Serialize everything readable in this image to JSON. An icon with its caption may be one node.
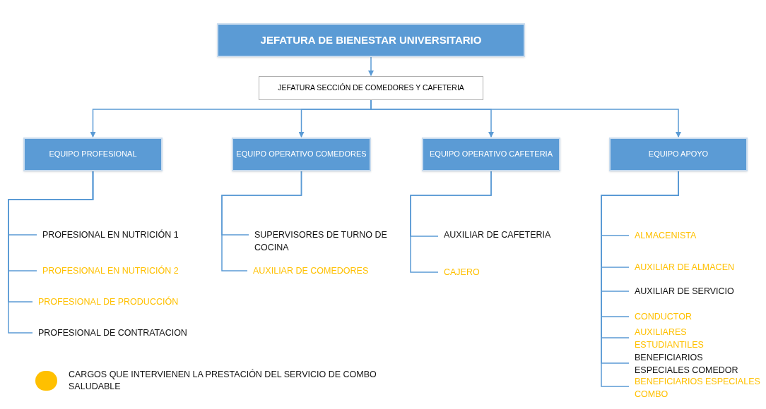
{
  "diagram": {
    "nodes": [
      {
        "text": [
          "JEFATURA DE BIENESTAR UNIVERSITARIO"
        ]
      },
      {
        "text": [
          "JEFATURA SECCIÓN DE COMEDORES Y CAFETERIA"
        ]
      },
      {
        "text": [
          "EQUIPO PROFESIONAL"
        ]
      },
      {
        "text": [
          "EQUIPO OPERATIVO COMEDORES"
        ]
      },
      {
        "text": [
          "EQUIPO OPERATIVO CAFETERIA"
        ]
      },
      {
        "text": [
          "EQUIPO APOYO"
        ]
      },
      {
        "text": [
          "PROFESIONAL EN NUTRICIÓN 1"
        ]
      },
      {
        "text": [
          "PROFESIONAL EN NUTRICIÓN 2"
        ]
      },
      {
        "text": [
          "PROFESIONAL DE PRODUCCIÓN"
        ]
      },
      {
        "text": [
          "PROFESIONAL DE CONTRATACION"
        ]
      },
      {
        "text": [
          "SUPERVISORES DE TURNO DE COCINA"
        ]
      },
      {
        "text": [
          "AUXILIAR DE COMEDORES"
        ]
      },
      {
        "text": [
          "AUXILIAR DE CAFETERIA"
        ]
      },
      {
        "text": [
          "CAJERO"
        ]
      },
      {
        "text": [
          "ALMACENISTA"
        ]
      },
      {
        "text": [
          "AUXILIAR DE ALMACEN"
        ]
      },
      {
        "text": [
          "AUXILIAR DE SERVICIO"
        ]
      },
      {
        "text": [
          "CONDUCTOR"
        ]
      },
      {
        "text": [
          "AUXILIARES ESTUDIANTILES"
        ]
      },
      {
        "text": [
          "BENEFICIARIOS ESPECIALES COMEDOR"
        ]
      },
      {
        "text": [
          "BENEFICIARIOS ESPECIALES COMBO"
        ]
      }
    ],
    "edges": [
      {
        "from": 0,
        "to": 1,
        "arrow": "to"
      },
      {
        "from": 1,
        "to": 2,
        "arrow": "to"
      },
      {
        "from": 1,
        "to": 3,
        "arrow": "to"
      },
      {
        "from": 1,
        "to": 4,
        "arrow": "to"
      },
      {
        "from": 1,
        "to": 5,
        "arrow": "to"
      },
      {
        "from": 2,
        "to": 6,
        "arrow": "none"
      },
      {
        "from": 2,
        "to": 7,
        "arrow": "none"
      },
      {
        "from": 2,
        "to": 8,
        "arrow": "none"
      },
      {
        "from": 2,
        "to": 9,
        "arrow": "none"
      },
      {
        "from": 3,
        "to": 10,
        "arrow": "none"
      },
      {
        "from": 3,
        "to": 11,
        "arrow": "none"
      },
      {
        "from": 4,
        "to": 12,
        "arrow": "none"
      },
      {
        "from": 4,
        "to": 13,
        "arrow": "none"
      },
      {
        "from": 5,
        "to": 14,
        "arrow": "none"
      },
      {
        "from": 5,
        "to": 15,
        "arrow": "none"
      },
      {
        "from": 5,
        "to": 16,
        "arrow": "none"
      },
      {
        "from": 5,
        "to": 17,
        "arrow": "none"
      },
      {
        "from": 5,
        "to": 18,
        "arrow": "none"
      },
      {
        "from": 5,
        "to": 19,
        "arrow": "none"
      },
      {
        "from": 5,
        "to": 20,
        "arrow": "none"
      }
    ],
    "legend": [
      {
        "text": "CARGOS QUE INTERVIENEN LA PRESTACIÓN DEL SERVICIO DE COMBO SALUDABLE",
        "color": "#ffc000"
      }
    ]
  }
}
